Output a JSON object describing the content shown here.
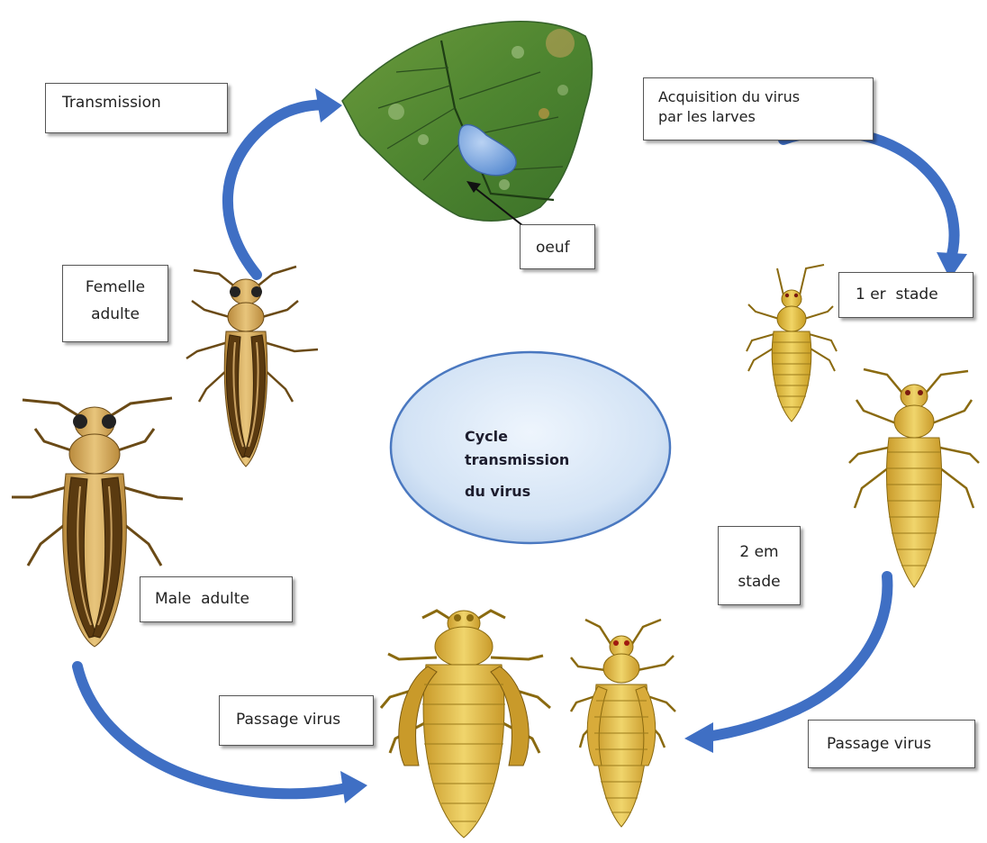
{
  "diagram": {
    "center": {
      "lines": [
        "Cycle",
        "transmission",
        "du virus"
      ]
    },
    "labels": {
      "transmission": "Transmission",
      "acquisition": [
        "Acquisition du virus",
        "par les larves"
      ],
      "oeuf": "oeuf",
      "stage1": "1 er  stade",
      "femelle": [
        "Femelle",
        "adulte"
      ],
      "stage2": [
        "2 em",
        "stade"
      ],
      "male": "Male  adulte",
      "passage_left": "Passage virus",
      "passage_right": "Passage virus"
    },
    "colors": {
      "arrow": "#3f6fc4",
      "center_fill": "#d8e6f6",
      "center_stroke": "#4a78c0",
      "leaf": "#4f8a36",
      "egg": "#7aa6e0",
      "larva": "#e2c04a",
      "adult_body": "#d9b264",
      "wing": "#6a4416"
    },
    "icons": [
      "leaf-illustration",
      "egg-icon",
      "larva-icon",
      "adult-thrips-icon",
      "cycle-arrow-icon"
    ]
  }
}
